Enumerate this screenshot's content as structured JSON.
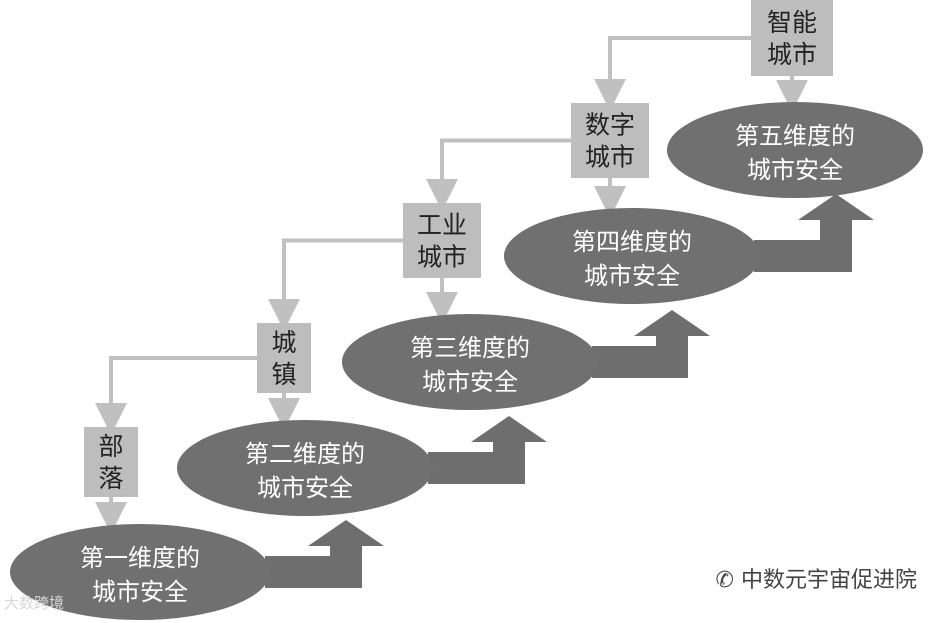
{
  "stages": [
    {
      "name": "部落",
      "safety": "第一维度的城市安全"
    },
    {
      "name": "城镇",
      "safety": "第二维度的城市安全"
    },
    {
      "name": "工业城市",
      "safety": "第三维度的城市安全"
    },
    {
      "name": "数字城市",
      "safety": "第四维度的城市安全"
    },
    {
      "name": "智能城市",
      "safety": "第五维度的城市安全"
    }
  ],
  "watermark_left": "大数跨境",
  "watermark_right": "中数元宇宙促进院",
  "colors": {
    "ellipse": "#707070",
    "ellipse_text": "#ffffff",
    "box": "#bdbdbd",
    "box_text": "#222222",
    "connector": "#c0c0c0",
    "big_arrow": "#6e6e6e"
  }
}
